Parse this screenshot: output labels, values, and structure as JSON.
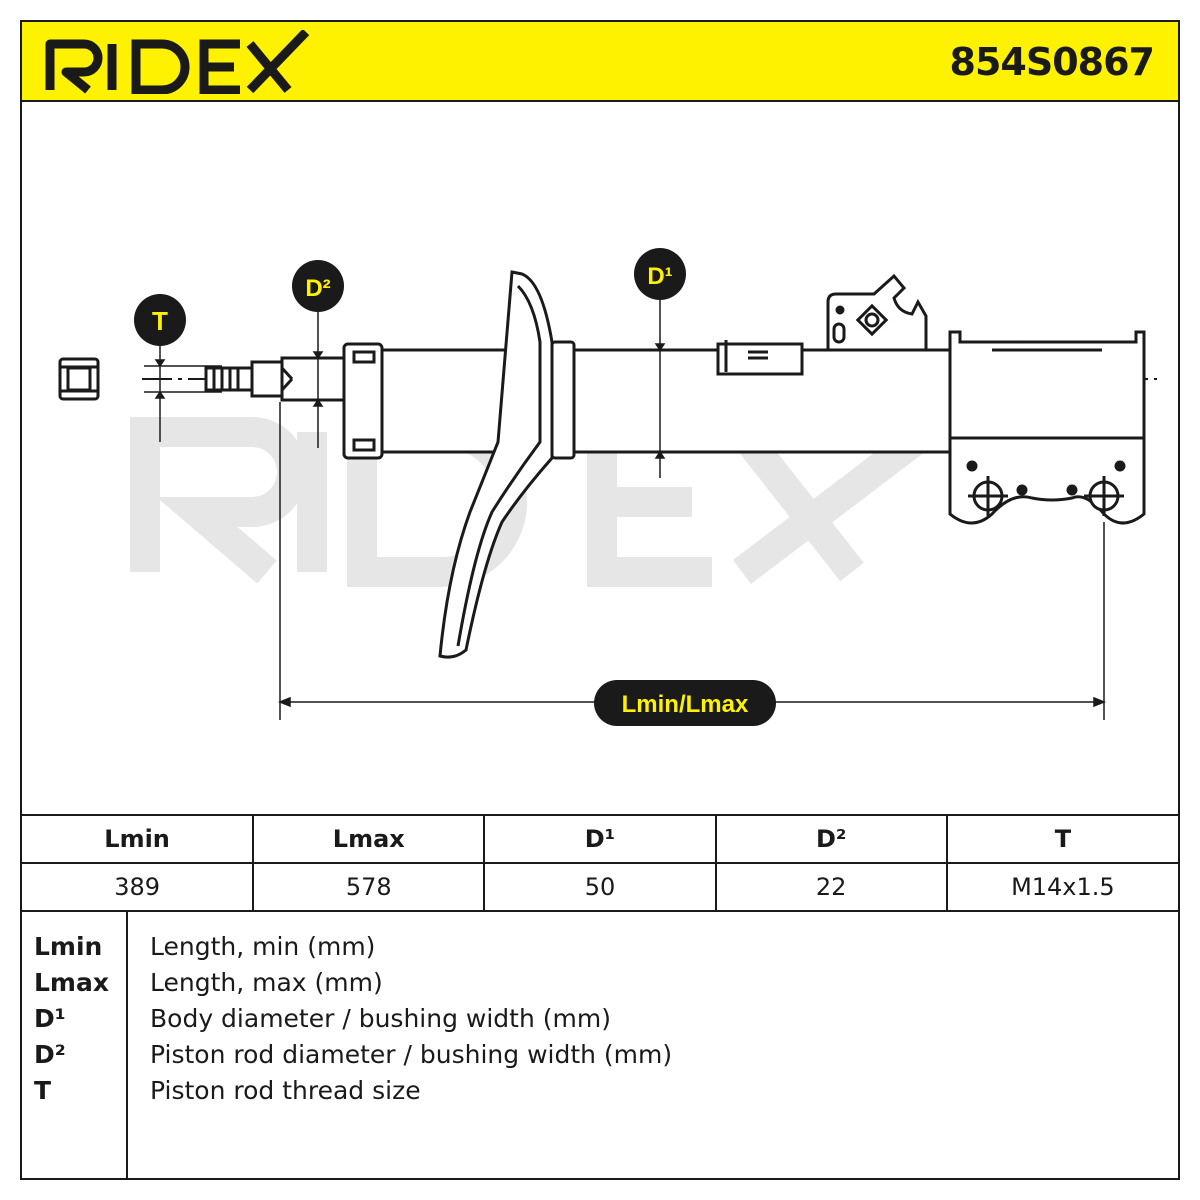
{
  "header": {
    "brand": "RIDEX",
    "part_number": "854S0867"
  },
  "diagram": {
    "labels": {
      "t": "T",
      "d2": "D²",
      "d1": "D¹",
      "length": "Lmin/Lmax"
    },
    "watermark": "RIDEX"
  },
  "specs": {
    "headers": [
      "Lmin",
      "Lmax",
      "D¹",
      "D²",
      "T"
    ],
    "values": [
      "389",
      "578",
      "50",
      "22",
      "M14x1.5"
    ]
  },
  "legend": [
    {
      "key": "Lmin",
      "desc": "Length, min (mm)"
    },
    {
      "key": "Lmax",
      "desc": "Length, max (mm)"
    },
    {
      "key": "D¹",
      "desc": "Body diameter / bushing width (mm)"
    },
    {
      "key": "D²",
      "desc": "Piston rod diameter / bushing width (mm)"
    },
    {
      "key": "T",
      "desc": "Piston rod thread size"
    }
  ],
  "colors": {
    "accent": "#fff200",
    "ink": "#1a1a1a",
    "watermark": "#e6e6e6"
  }
}
